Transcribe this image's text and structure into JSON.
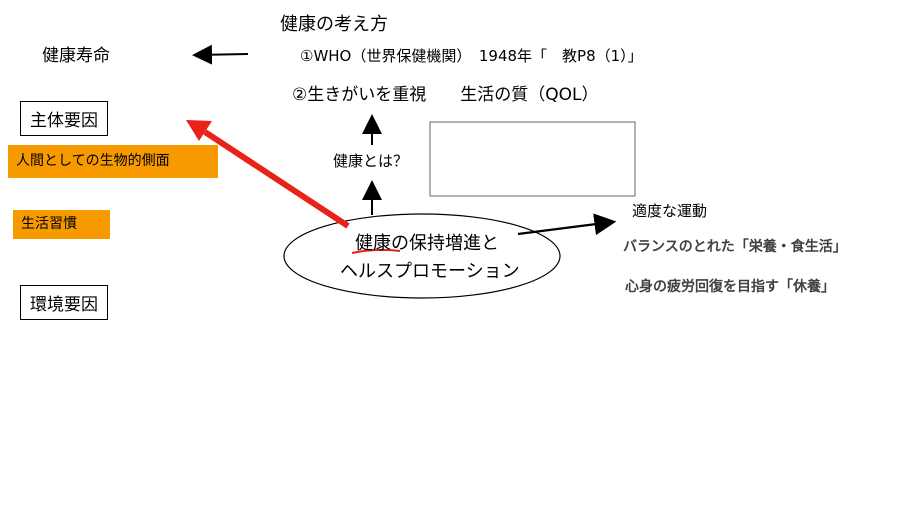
{
  "title": "健康の考え方",
  "healthy_lifespan": "健康寿命",
  "who_line": "①WHO（世界保健機関）　1948年「　教P8（1）」",
  "qol_line": "②生きがいを重視　　生活の質（QOL）",
  "health_question": "健康とは？",
  "subject_factor": "主体要因",
  "human_biology": "人間としての生物的側面",
  "lifestyle": "生活習慣",
  "environment_factor": "環境要因",
  "ellipse": {
    "keyword": "健康",
    "line1_rest": "の保持増進と",
    "line2": "ヘルスプロモーション"
  },
  "right_items": {
    "exercise": "適度な運動",
    "nutrition": "バランスのとれた「栄養・食生活」",
    "rest": "心身の疲労回復を目指す「休養」"
  },
  "colors": {
    "orange_fill": "#f79a00",
    "red_arrow": "#e8211b",
    "underline_red": "#e8211b",
    "gray_text": "#404040"
  }
}
